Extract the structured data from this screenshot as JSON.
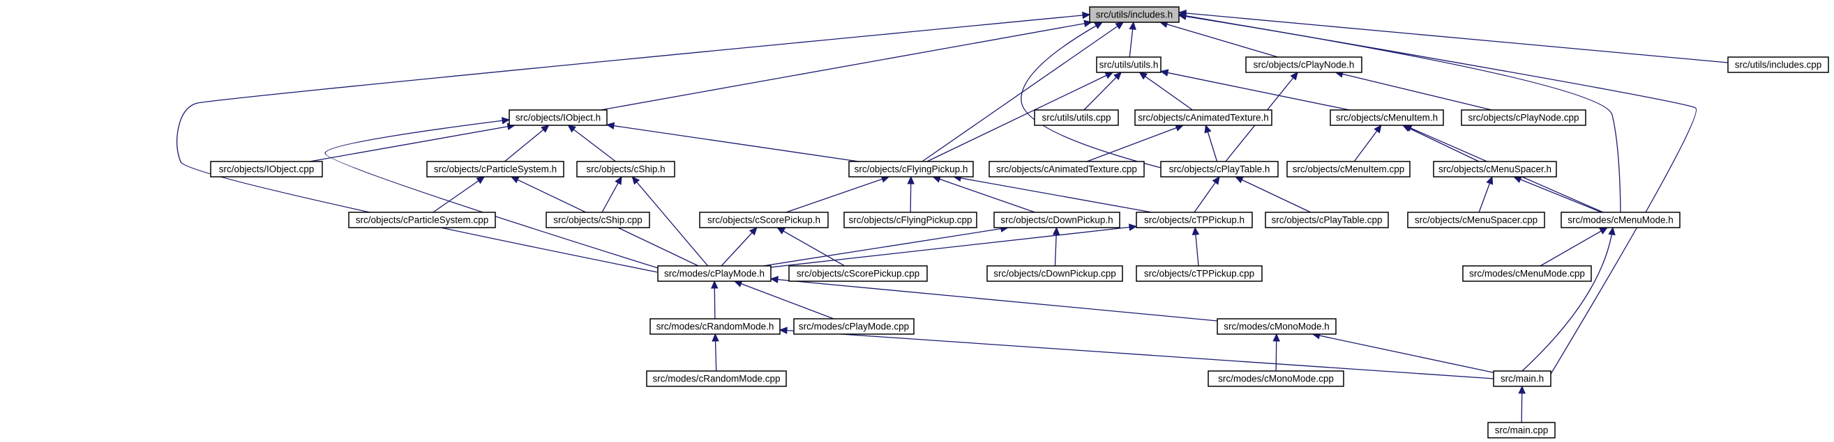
{
  "nodes": [
    {
      "id": "includes_h",
      "label": "src/utils/includes.h",
      "root": true
    },
    {
      "id": "utils_h",
      "label": "src/utils/utils.h"
    },
    {
      "id": "cplaynode_h",
      "label": "src/objects/cPlayNode.h"
    },
    {
      "id": "includes_cpp",
      "label": "src/utils/includes.cpp"
    },
    {
      "id": "iobject_h",
      "label": "src/objects/IObject.h"
    },
    {
      "id": "utils_cpp",
      "label": "src/utils/utils.cpp"
    },
    {
      "id": "canimtex_h",
      "label": "src/objects/cAnimatedTexture.h"
    },
    {
      "id": "cmenuitem_h",
      "label": "src/objects/cMenuItem.h"
    },
    {
      "id": "cplaynode_cpp",
      "label": "src/objects/cPlayNode.cpp"
    },
    {
      "id": "iobject_cpp",
      "label": "src/objects/IObject.cpp"
    },
    {
      "id": "cparticle_h",
      "label": "src/objects/cParticleSystem.h"
    },
    {
      "id": "cship_h",
      "label": "src/objects/cShip.h"
    },
    {
      "id": "cflying_h",
      "label": "src/objects/cFlyingPickup.h"
    },
    {
      "id": "canimtex_cpp",
      "label": "src/objects/cAnimatedTexture.cpp"
    },
    {
      "id": "cplaytable_h",
      "label": "src/objects/cPlayTable.h"
    },
    {
      "id": "cmenuitem_cpp",
      "label": "src/objects/cMenuItem.cpp"
    },
    {
      "id": "cmenuspacer_h",
      "label": "src/objects/cMenuSpacer.h"
    },
    {
      "id": "cparticle_cpp",
      "label": "src/objects/cParticleSystem.cpp"
    },
    {
      "id": "cship_cpp",
      "label": "src/objects/cShip.cpp"
    },
    {
      "id": "cscore_h",
      "label": "src/objects/cScorePickup.h"
    },
    {
      "id": "cflying_cpp",
      "label": "src/objects/cFlyingPickup.cpp"
    },
    {
      "id": "cdown_h",
      "label": "src/objects/cDownPickup.h"
    },
    {
      "id": "ctp_h",
      "label": "src/objects/cTPPickup.h"
    },
    {
      "id": "cplaytable_cpp",
      "label": "src/objects/cPlayTable.cpp"
    },
    {
      "id": "cmenuspacer_cpp",
      "label": "src/objects/cMenuSpacer.cpp"
    },
    {
      "id": "cmenumode_h",
      "label": "src/modes/cMenuMode.h"
    },
    {
      "id": "cplaymode_h",
      "label": "src/modes/cPlayMode.h"
    },
    {
      "id": "cscore_cpp",
      "label": "src/objects/cScorePickup.cpp"
    },
    {
      "id": "cdown_cpp",
      "label": "src/objects/cDownPickup.cpp"
    },
    {
      "id": "ctp_cpp",
      "label": "src/objects/cTPPickup.cpp"
    },
    {
      "id": "cmenumode_cpp",
      "label": "src/modes/cMenuMode.cpp"
    },
    {
      "id": "crandom_h",
      "label": "src/modes/cRandomMode.h"
    },
    {
      "id": "cplaymode_cpp",
      "label": "src/modes/cPlayMode.cpp"
    },
    {
      "id": "cmono_h",
      "label": "src/modes/cMonoMode.h"
    },
    {
      "id": "crandom_cpp",
      "label": "src/modes/cRandomMode.cpp"
    },
    {
      "id": "cmono_cpp",
      "label": "src/modes/cMonoMode.cpp"
    },
    {
      "id": "main_h",
      "label": "src/main.h"
    },
    {
      "id": "main_cpp",
      "label": "src/main.cpp"
    }
  ],
  "edges": [
    {
      "from": "utils_h",
      "to": "includes_h"
    },
    {
      "from": "cplaynode_h",
      "to": "includes_h"
    },
    {
      "from": "includes_cpp",
      "to": "includes_h"
    },
    {
      "from": "iobject_h",
      "to": "includes_h"
    },
    {
      "from": "cflying_h",
      "to": "includes_h"
    },
    {
      "from": "cplaytable_h",
      "to": "includes_h"
    },
    {
      "from": "cmenumode_h",
      "to": "includes_h"
    },
    {
      "from": "main_h",
      "to": "includes_h"
    },
    {
      "from": "cplaymode_h",
      "to": "includes_h"
    },
    {
      "from": "utils_cpp",
      "to": "utils_h"
    },
    {
      "from": "canimtex_h",
      "to": "utils_h"
    },
    {
      "from": "cmenuitem_h",
      "to": "utils_h"
    },
    {
      "from": "cflying_h",
      "to": "utils_h"
    },
    {
      "from": "cplaynode_cpp",
      "to": "cplaynode_h"
    },
    {
      "from": "cplaytable_h",
      "to": "cplaynode_h"
    },
    {
      "from": "iobject_cpp",
      "to": "iobject_h"
    },
    {
      "from": "cparticle_h",
      "to": "iobject_h"
    },
    {
      "from": "cship_h",
      "to": "iobject_h"
    },
    {
      "from": "cflying_h",
      "to": "iobject_h"
    },
    {
      "from": "cplaymode_h",
      "to": "iobject_h"
    },
    {
      "from": "canimtex_cpp",
      "to": "canimtex_h"
    },
    {
      "from": "cplaytable_h",
      "to": "canimtex_h"
    },
    {
      "from": "cmenuitem_cpp",
      "to": "cmenuitem_h"
    },
    {
      "from": "cmenuspacer_h",
      "to": "cmenuitem_h"
    },
    {
      "from": "cmenumode_h",
      "to": "cmenuitem_h"
    },
    {
      "from": "cparticle_cpp",
      "to": "cparticle_h"
    },
    {
      "from": "cplaymode_h",
      "to": "cparticle_h"
    },
    {
      "from": "cship_cpp",
      "to": "cship_h"
    },
    {
      "from": "cplaymode_h",
      "to": "cship_h"
    },
    {
      "from": "cscore_h",
      "to": "cflying_h"
    },
    {
      "from": "cflying_cpp",
      "to": "cflying_h"
    },
    {
      "from": "cdown_h",
      "to": "cflying_h"
    },
    {
      "from": "ctp_h",
      "to": "cflying_h"
    },
    {
      "from": "ctp_h",
      "to": "cplaytable_h"
    },
    {
      "from": "cplaytable_cpp",
      "to": "cplaytable_h"
    },
    {
      "from": "cmenuspacer_cpp",
      "to": "cmenuspacer_h"
    },
    {
      "from": "cmenumode_h",
      "to": "cmenuspacer_h"
    },
    {
      "from": "cplaymode_h",
      "to": "cscore_h"
    },
    {
      "from": "cscore_cpp",
      "to": "cscore_h"
    },
    {
      "from": "cplaymode_h",
      "to": "cdown_h"
    },
    {
      "from": "cdown_cpp",
      "to": "cdown_h"
    },
    {
      "from": "cplaymode_h",
      "to": "ctp_h"
    },
    {
      "from": "ctp_cpp",
      "to": "ctp_h"
    },
    {
      "from": "cmenumode_cpp",
      "to": "cmenumode_h"
    },
    {
      "from": "main_h",
      "to": "cmenumode_h"
    },
    {
      "from": "crandom_h",
      "to": "cplaymode_h"
    },
    {
      "from": "cplaymode_cpp",
      "to": "cplaymode_h"
    },
    {
      "from": "cmono_h",
      "to": "cplaymode_h"
    },
    {
      "from": "crandom_cpp",
      "to": "crandom_h"
    },
    {
      "from": "main_h",
      "to": "crandom_h"
    },
    {
      "from": "cmono_cpp",
      "to": "cmono_h"
    },
    {
      "from": "main_h",
      "to": "cmono_h"
    },
    {
      "from": "main_cpp",
      "to": "main_h"
    }
  ],
  "colors": {
    "edge": "#191970",
    "root_fill": "#bfbfbf",
    "node_fill": "#ffffff",
    "node_border": "#000000"
  }
}
